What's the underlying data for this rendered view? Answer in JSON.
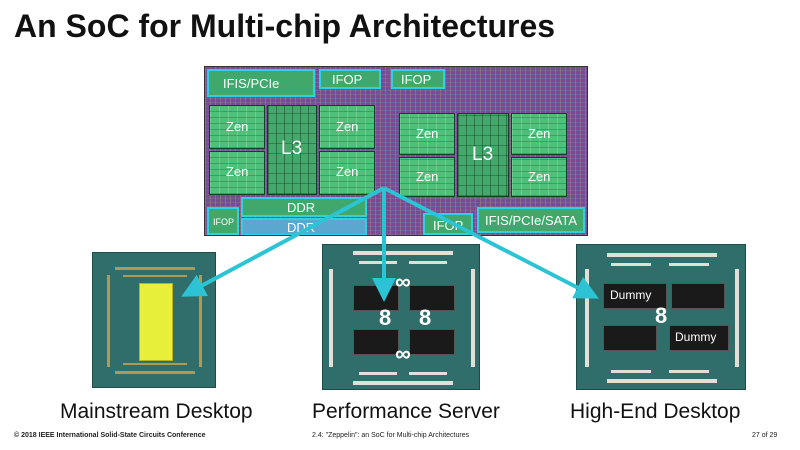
{
  "slide": {
    "title": "An SoC for Multi-chip Architectures",
    "die": {
      "blocks": {
        "ifis_pcie": "IFIS/PCIe",
        "ifop_1": "IFOP",
        "ifop_2": "IFOP",
        "zen_tl": "Zen",
        "zen_bl": "Zen",
        "zen_tr": "Zen",
        "zen_br": "Zen",
        "l3_left": "L3",
        "zen2_tl": "Zen",
        "zen2_bl": "Zen",
        "zen2_tr": "Zen",
        "zen2_br": "Zen",
        "l3_right": "L3",
        "ifop_small": "IFOP",
        "ddr_1": "DDR",
        "ddr_2": "DDR",
        "ifop_bottom": "IFOP",
        "ifis_pcie_sata": "IFIS/PCIe/SATA"
      }
    },
    "packages": [
      {
        "caption": "Mainstream Desktop"
      },
      {
        "caption": "Performance Server",
        "symbols": [
          "∞",
          "8",
          "8",
          "∞"
        ]
      },
      {
        "caption": "High-End Desktop",
        "dummy_labels": [
          "Dummy",
          "Dummy"
        ],
        "symbol": "8"
      }
    ],
    "colors": {
      "arrow": "#2cc4d4",
      "substrate": "#2f6e6a",
      "die_purple": "#7a4a96",
      "core_green": "#4fc07a",
      "io_outline": "#30d0e0",
      "yellow_die": "#e8ef3a"
    },
    "footer": {
      "left": "© 2018 IEEE International Solid-State Circuits Conference",
      "center": "2.4: \"Zeppelin\": an SoC for Multi-chip Architectures",
      "right": "27 of 29"
    }
  }
}
